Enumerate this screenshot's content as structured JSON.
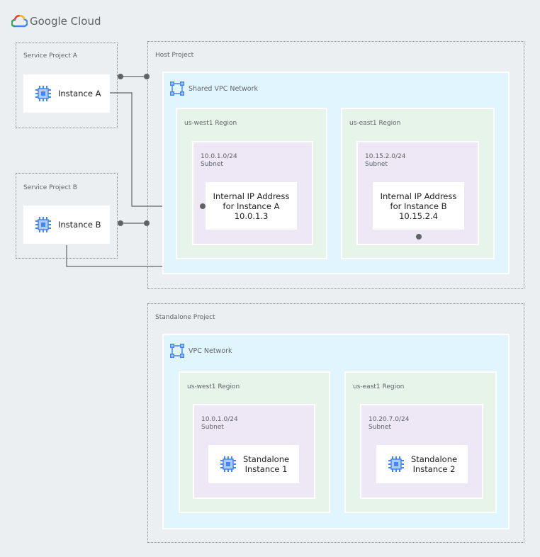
{
  "brand": {
    "name": "Google Cloud"
  },
  "colors": {
    "canvas": "#eceff1",
    "network": "#e1f5fe",
    "region": "#e6f4ea",
    "subnet": "#ede7f6",
    "chip": "#4285f4",
    "wire": "#5f6368"
  },
  "service_a": {
    "label": "Service Project A",
    "instance_label": "Instance A",
    "icon": "compute-engine-icon"
  },
  "service_b": {
    "label": "Service Project B",
    "instance_label": "Instance B",
    "icon": "compute-engine-icon"
  },
  "host": {
    "label": "Host Project",
    "network_label": "Shared VPC Network",
    "network_icon": "vpc-network-icon",
    "west": {
      "label": "us-west1 Region",
      "subnet_cidr": "10.0.1.0/24",
      "subnet_label": "Subnet",
      "ip_lines": [
        "Internal IP Address",
        "for Instance A",
        "10.0.1.3"
      ]
    },
    "east": {
      "label": "us-east1 Region",
      "subnet_cidr": "10.15.2.0/24",
      "subnet_label": "Subnet",
      "ip_lines": [
        "Internal IP Address",
        "for Instance B",
        "10.15.2.4"
      ]
    }
  },
  "standalone": {
    "label": "Standalone Project",
    "network_label": "VPC Network",
    "network_icon": "vpc-network-icon",
    "west": {
      "label": "us-west1 Region",
      "subnet_cidr": "10.0.1.0/24",
      "subnet_label": "Subnet",
      "instance_lines": [
        "Standalone",
        "Instance 1"
      ]
    },
    "east": {
      "label": "us-east1 Region",
      "subnet_cidr": "10.20.7.0/24",
      "subnet_label": "Subnet",
      "instance_lines": [
        "Standalone",
        "Instance 2"
      ]
    }
  }
}
